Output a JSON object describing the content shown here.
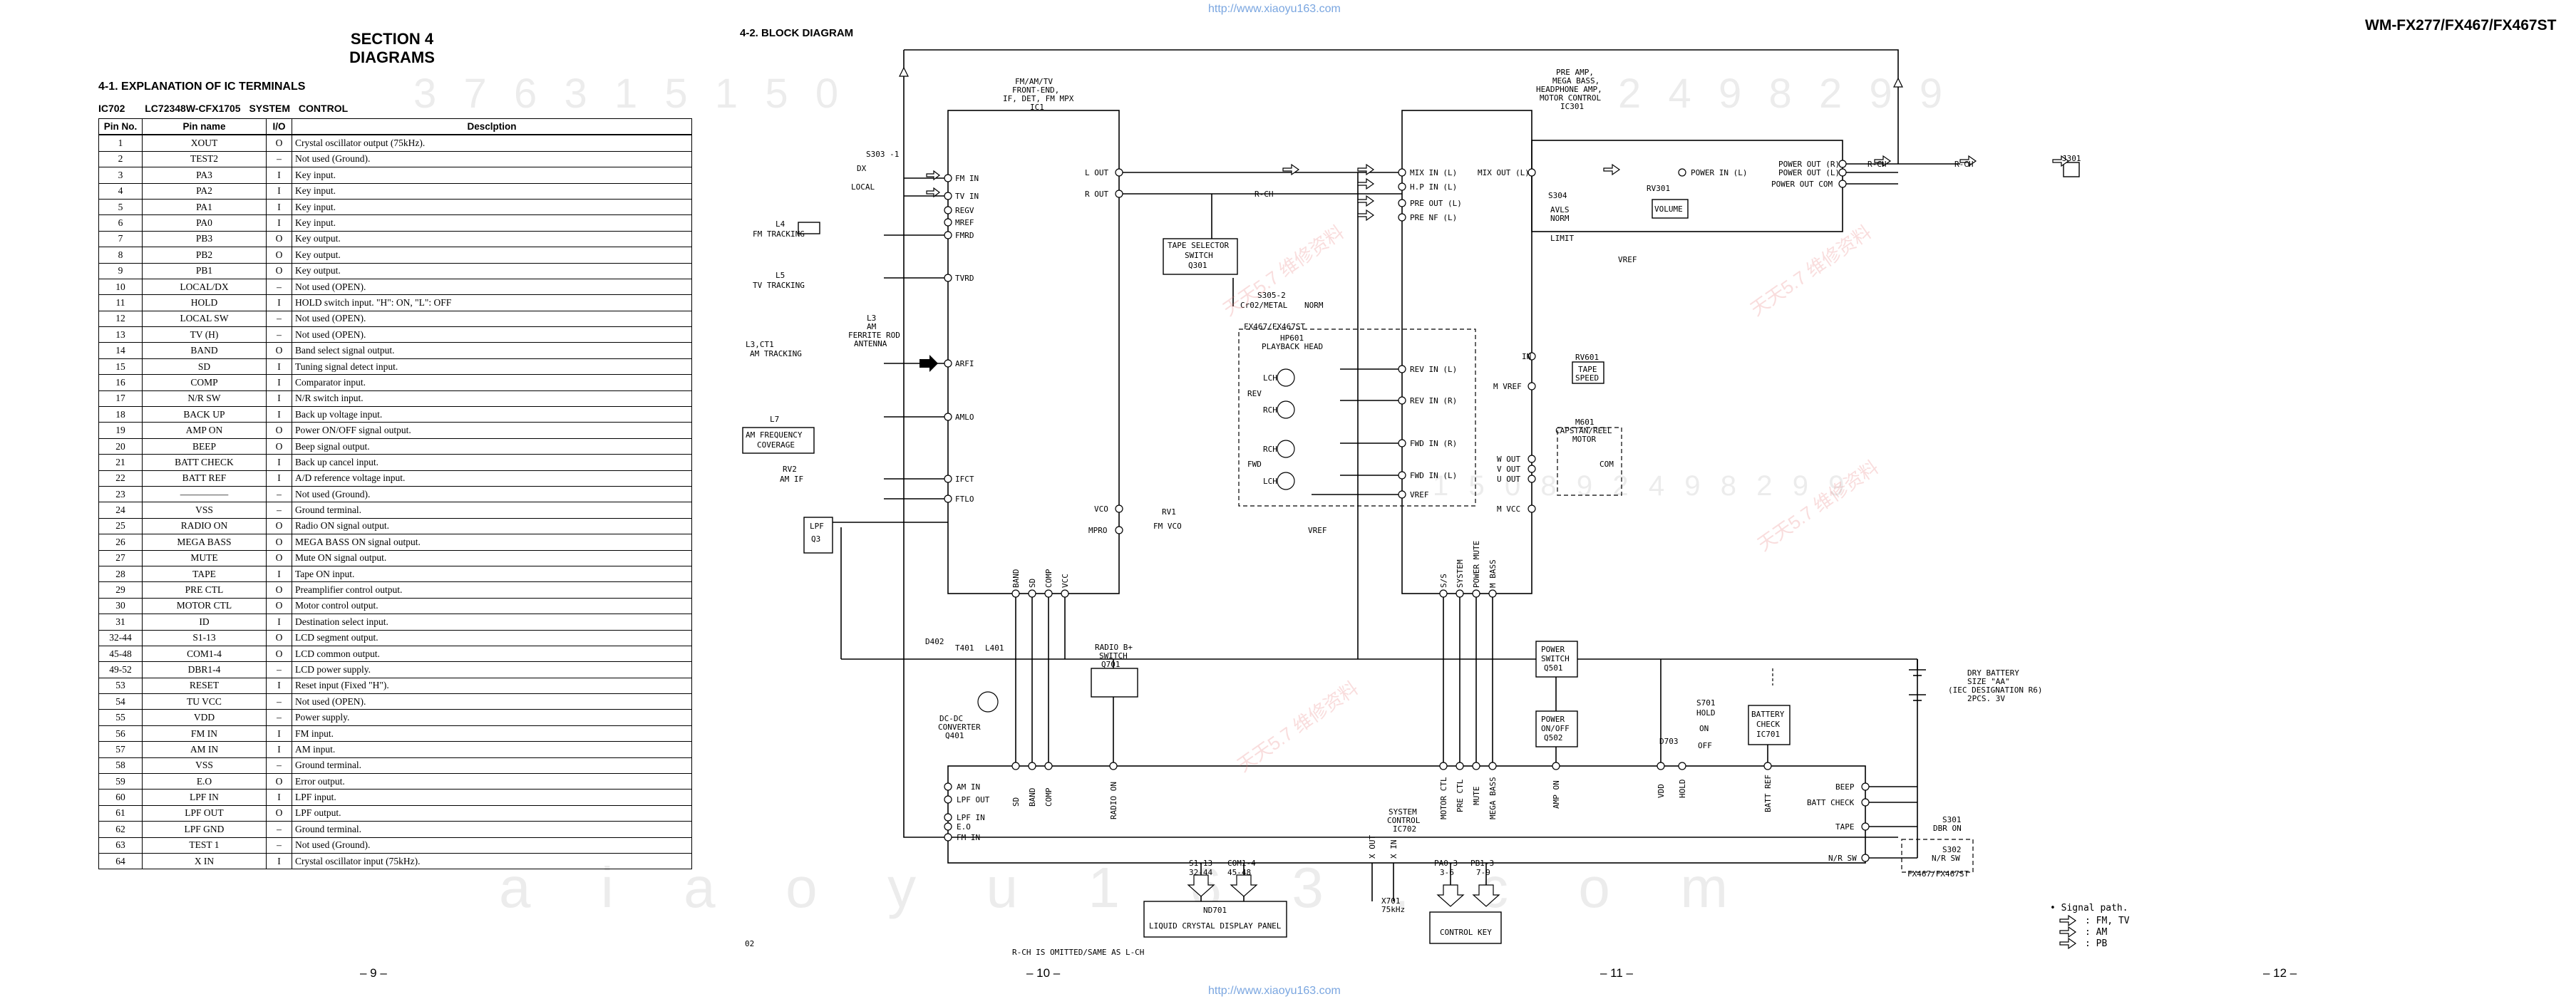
{
  "watermark_url": "http://www.xiaoyu163.com",
  "model": "WM-FX277/FX467/FX467ST",
  "section": {
    "line1": "SECTION 4",
    "line2": "DIAGRAMS"
  },
  "ic_section_title": "4-1. EXPLANATION OF IC TERMINALS",
  "ic_name": "IC702",
  "ic_part": "LC72348W-CFX1705  SYSTEM CONTROL",
  "table": {
    "headers": [
      "Pin No.",
      "Pin name",
      "I/O",
      "Desclption"
    ],
    "rows": [
      [
        "1",
        "XOUT",
        "O",
        "Crystal oscillator output (75kHz)."
      ],
      [
        "2",
        "TEST2",
        "–",
        "Not used (Ground)."
      ],
      [
        "3",
        "PA3",
        "I",
        "Key input."
      ],
      [
        "4",
        "PA2",
        "I",
        "Key input."
      ],
      [
        "5",
        "PA1",
        "I",
        "Key input."
      ],
      [
        "6",
        "PA0",
        "I",
        "Key input."
      ],
      [
        "7",
        "PB3",
        "O",
        "Key output."
      ],
      [
        "8",
        "PB2",
        "O",
        "Key output."
      ],
      [
        "9",
        "PB1",
        "O",
        "Key output."
      ],
      [
        "10",
        "LOCAL/DX",
        "–",
        "Not used (OPEN)."
      ],
      [
        "11",
        "HOLD",
        "I",
        "HOLD switch input. \"H\": ON, \"L\": OFF"
      ],
      [
        "12",
        "LOCAL SW",
        "–",
        "Not used (OPEN)."
      ],
      [
        "13",
        "TV (H)",
        "–",
        "Not used (OPEN)."
      ],
      [
        "14",
        "BAND",
        "O",
        "Band select signal output."
      ],
      [
        "15",
        "SD",
        "I",
        "Tuning signal detect input."
      ],
      [
        "16",
        "COMP",
        "I",
        "Comparator input."
      ],
      [
        "17",
        "N/R SW",
        "I",
        "N/R switch input."
      ],
      [
        "18",
        "BACK UP",
        "I",
        "Back up voltage input."
      ],
      [
        "19",
        "AMP ON",
        "O",
        "Power ON/OFF signal output."
      ],
      [
        "20",
        "BEEP",
        "O",
        "Beep signal output."
      ],
      [
        "21",
        "BATT CHECK",
        "I",
        "Back up cancel input."
      ],
      [
        "22",
        "BATT REF",
        "I",
        "A/D reference voltage input."
      ],
      [
        "23",
        "—————",
        "–",
        "Not used (Ground)."
      ],
      [
        "24",
        "VSS",
        "–",
        "Ground terminal."
      ],
      [
        "25",
        "RADIO ON",
        "O",
        "Radio ON signal output."
      ],
      [
        "26",
        "MEGA BASS",
        "O",
        "MEGA BASS ON signal output."
      ],
      [
        "27",
        "MUTE",
        "O",
        "Mute ON signal output."
      ],
      [
        "28",
        "TAPE",
        "I",
        "Tape ON input."
      ],
      [
        "29",
        "PRE CTL",
        "O",
        "Preamplifier control output."
      ],
      [
        "30",
        "MOTOR CTL",
        "O",
        "Motor control output."
      ],
      [
        "31",
        "ID",
        "I",
        "Destination select input."
      ],
      [
        "32-44",
        "S1-13",
        "O",
        "LCD segment output."
      ],
      [
        "45-48",
        "COM1-4",
        "O",
        "LCD common output."
      ],
      [
        "49-52",
        "DBR1-4",
        "–",
        "LCD power supply."
      ],
      [
        "53",
        "RESET",
        "I",
        "Reset input (Fixed \"H\")."
      ],
      [
        "54",
        "TU VCC",
        "–",
        "Not used (OPEN)."
      ],
      [
        "55",
        "VDD",
        "–",
        "Power supply."
      ],
      [
        "56",
        "FM IN",
        "I",
        "FM input."
      ],
      [
        "57",
        "AM IN",
        "I",
        "AM input."
      ],
      [
        "58",
        "VSS",
        "–",
        "Ground terminal."
      ],
      [
        "59",
        "E.O",
        "O",
        "Error output."
      ],
      [
        "60",
        "LPF IN",
        "I",
        "LPF input."
      ],
      [
        "61",
        "LPF OUT",
        "O",
        "LPF output."
      ],
      [
        "62",
        "LPF GND",
        "–",
        "Ground terminal."
      ],
      [
        "63",
        "TEST 1",
        "–",
        "Not used (Ground)."
      ],
      [
        "64",
        "X IN",
        "I",
        "Crystal oscillator input (75kHz)."
      ]
    ]
  },
  "block_title": "4-2. BLOCK DIAGRAM",
  "pages": [
    "– 9 –",
    "– 10 –",
    "– 11 –",
    "– 12 –"
  ],
  "legend": {
    "title": "• Signal path.",
    "fm": ": FM, TV",
    "am": ": AM",
    "pb": ": PB"
  },
  "diagram_labels": {
    "ic1": [
      "FM/AM/TV",
      "FRONT-END,",
      "IF, DET, FM MPX",
      "IC1"
    ],
    "ic301": [
      "PRE AMP,",
      "MEGA BASS,",
      "HEADPHONE AMP,",
      "MOTOR CONTROL",
      "IC301"
    ],
    "ic1_pins_left": [
      "FM IN",
      "TV IN",
      "REGV",
      "MREF",
      "FMRD",
      "TVRD",
      "ARFI",
      "AMLO",
      "IFCT",
      "FTLO"
    ],
    "ic1_pins_right": [
      "L OUT",
      "R OUT",
      "VCO",
      "MPRO"
    ],
    "ic1_pins_bottom": [
      "BAND",
      "SD",
      "COMP",
      "VCC"
    ],
    "ic301_pins_left": [
      "MIX IN (L)",
      "H.P IN (L)",
      "PRE OUT (L)",
      "PRE NF (L)",
      "REV IN (L)",
      "REV IN (R)",
      "FWD IN (R)",
      "FWD IN (L)",
      "VREF",
      "IN",
      "M VREF",
      "W OUT",
      "V OUT",
      "U OUT",
      "M VCC"
    ],
    "ic301_pins_bottom": [
      "S/S",
      "SYSTEM",
      "POWER MUTE",
      "M BASS"
    ],
    "ic301_inner": [
      "MIX OUT (L)",
      "POWER IN (L)"
    ],
    "ic301_right": [
      "POWER OUT (R)",
      "POWER OUT (L)",
      "POWER OUT COM"
    ],
    "s303": [
      "S303 -1",
      "DX",
      "LOCAL"
    ],
    "l4": [
      "L4",
      "FM TRACKING"
    ],
    "l5": [
      "L5",
      "TV TRACKING"
    ],
    "l3ct1": [
      "L3,CT1",
      "AM TRACKING"
    ],
    "l3": [
      "L3",
      "AM",
      "FERRITE ROD",
      "ANTENNA"
    ],
    "l7": [
      "L7",
      "AM FREQUENCY",
      "COVERAGE"
    ],
    "rv2": [
      "RV2",
      "AM IF"
    ],
    "lpf": [
      "LPF",
      "Q3"
    ],
    "rv1": [
      "RV1",
      "FM VCO"
    ],
    "tape_sel": [
      "TAPE SELECTOR",
      "SWITCH",
      "Q301"
    ],
    "s305": [
      "S305-2",
      "Cr02/METAL",
      "NORM"
    ],
    "head": [
      "FX467/FX467ST",
      "HP601",
      "PLAYBACK HEAD",
      "LCH",
      "RCH",
      "REV",
      "FWD"
    ],
    "s304": [
      "S304",
      "AVLS",
      "NORM",
      "LIMIT"
    ],
    "rv301": [
      "RV301",
      "VOLUME"
    ],
    "rv601": [
      "RV601",
      "TAPE",
      "SPEED"
    ],
    "m601": [
      "M601",
      "CAPSTAN/REEL",
      "MOTOR",
      "COM"
    ],
    "jack": [
      "R-CH",
      "J301"
    ],
    "battery": [
      "DRY BATTERY",
      "SIZE \"AA\"",
      "(IEC DESIGNATION R6)",
      "2PCS. 3V"
    ],
    "radio_b": [
      "RADIO B+",
      "SWITCH",
      "Q701"
    ],
    "dcdc": [
      "D402",
      "T401",
      "L401",
      "DC-DC",
      "CONVERTER",
      "Q401"
    ],
    "pwr_sw": [
      "POWER",
      "SWITCH",
      "Q501"
    ],
    "pwr_onoff": [
      "POWER",
      "ON/OFF",
      "Q502"
    ],
    "s701": [
      "S701",
      "HOLD",
      "ON",
      "OFF",
      "D703"
    ],
    "batt_chk": [
      "BATTERY",
      "CHECK",
      "IC701"
    ],
    "ic702_pins_left": [
      "AM IN",
      "LPF OUT",
      "LPF IN",
      "E.O",
      "FM IN"
    ],
    "ic702_pins_bottom": [
      "SD",
      "BAND",
      "COMP",
      "RADIO ON",
      "MOTOR CTL",
      "PRE CTL",
      "MUTE",
      "MEGA BASS",
      "AMP ON",
      "VDD",
      "HOLD",
      "BATT REF"
    ],
    "ic702_pins_right": [
      "BEEP",
      "BATT CHECK",
      "TAPE",
      "N/R SW"
    ],
    "ic702_name": [
      "SYSTEM",
      "CONTROL",
      "IC702"
    ],
    "ic702_bus": [
      "S1-13",
      "COM1-4",
      "X OUT",
      "X IN",
      "PA0-3",
      "PB1-3",
      "32-44",
      "45-48",
      "3-6",
      "7-9"
    ],
    "x701": [
      "X701",
      "75kHz"
    ],
    "s301": [
      "S301",
      "DBR ON"
    ],
    "s302": [
      "S302",
      "N/R SW",
      "FX467/FX467ST"
    ],
    "lcd": [
      "ND701",
      "LIQUID CRYSTAL DISPLAY PANEL"
    ],
    "keys": [
      "CONTROL KEY"
    ],
    "footnote": "R-CH IS OMITTED/SAME AS L-CH",
    "page_code": "02",
    "rch": "R-CH"
  },
  "chinese_watermark": [
    "天天5.7 维修资料",
    "www.xiaoyu163.com"
  ],
  "bg_digits": [
    "3  7  6  3  1  5  1  5  0",
    "2  4  9  8  2  9  9",
    "1  5  0  8  9  2  4  9  8  2  9  9"
  ],
  "bg_wide": "a  i  a  o  y  u  1  6  3  .  c  o  m"
}
